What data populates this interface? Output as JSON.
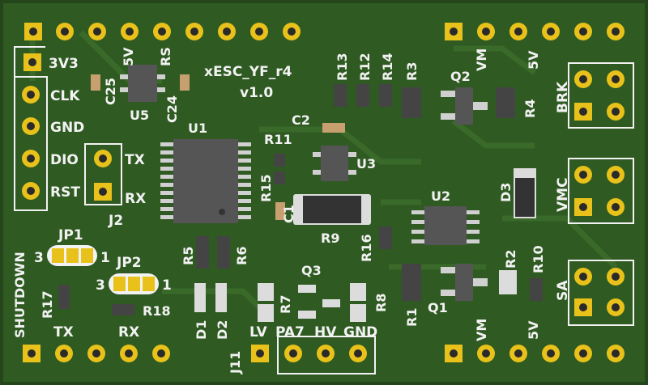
{
  "colors": {
    "board": "#2f5a22",
    "board_dark": "#24461a",
    "trace": "#3a6a2a",
    "pad_gold": "#e8c21a",
    "silk": "#f2f2f2",
    "ic_body": "#555555",
    "drill": "#2a2a2a"
  },
  "title": {
    "name": "xESC_YF_r4",
    "version": "v1.0"
  },
  "left_header": {
    "pins": [
      "3V3",
      "CLK",
      "GND",
      "DIO",
      "RST"
    ]
  },
  "uart": {
    "tx": "TX",
    "rx": "RX",
    "ref": "J2"
  },
  "jumpers": {
    "jp1": {
      "ref": "JP1",
      "left": "3",
      "right": "1"
    },
    "jp2": {
      "ref": "JP2",
      "left": "3",
      "right": "1"
    },
    "shutdown": "SHUTDOWN"
  },
  "bottom_left": {
    "tx": "TX",
    "rx": "RX"
  },
  "j11": {
    "ref": "J11",
    "lv": "LV",
    "pa7": "PA7",
    "hv": "HV",
    "gnd": "GND"
  },
  "right_labels": {
    "brk": "BRK",
    "vmc": "VMC",
    "sa": "SA"
  },
  "top_labels": {
    "v5": "5V",
    "rs": "RS",
    "vm": "VM",
    "v5b": "5V"
  },
  "bottom_labels": {
    "vm": "VM",
    "v5": "5V"
  },
  "refs": {
    "c25": "C25",
    "u5": "U5",
    "c24": "C24",
    "u1": "U1",
    "c2": "C2",
    "r11": "R11",
    "r15": "R15",
    "c1": "C1",
    "r9": "R9",
    "u3": "U3",
    "r13": "R13",
    "r12": "R12",
    "r14": "R14",
    "r3": "R3",
    "q2": "Q2",
    "r4": "R4",
    "d3": "D3",
    "u2": "U2",
    "r16": "R16",
    "r2": "R2",
    "r10": "R10",
    "q1": "Q1",
    "r1": "R1",
    "r5": "R5",
    "r6": "R6",
    "d1": "D1",
    "d2": "D2",
    "q3": "Q3",
    "r7": "R7",
    "r8": "R8",
    "r17": "R17",
    "r18": "R18"
  }
}
